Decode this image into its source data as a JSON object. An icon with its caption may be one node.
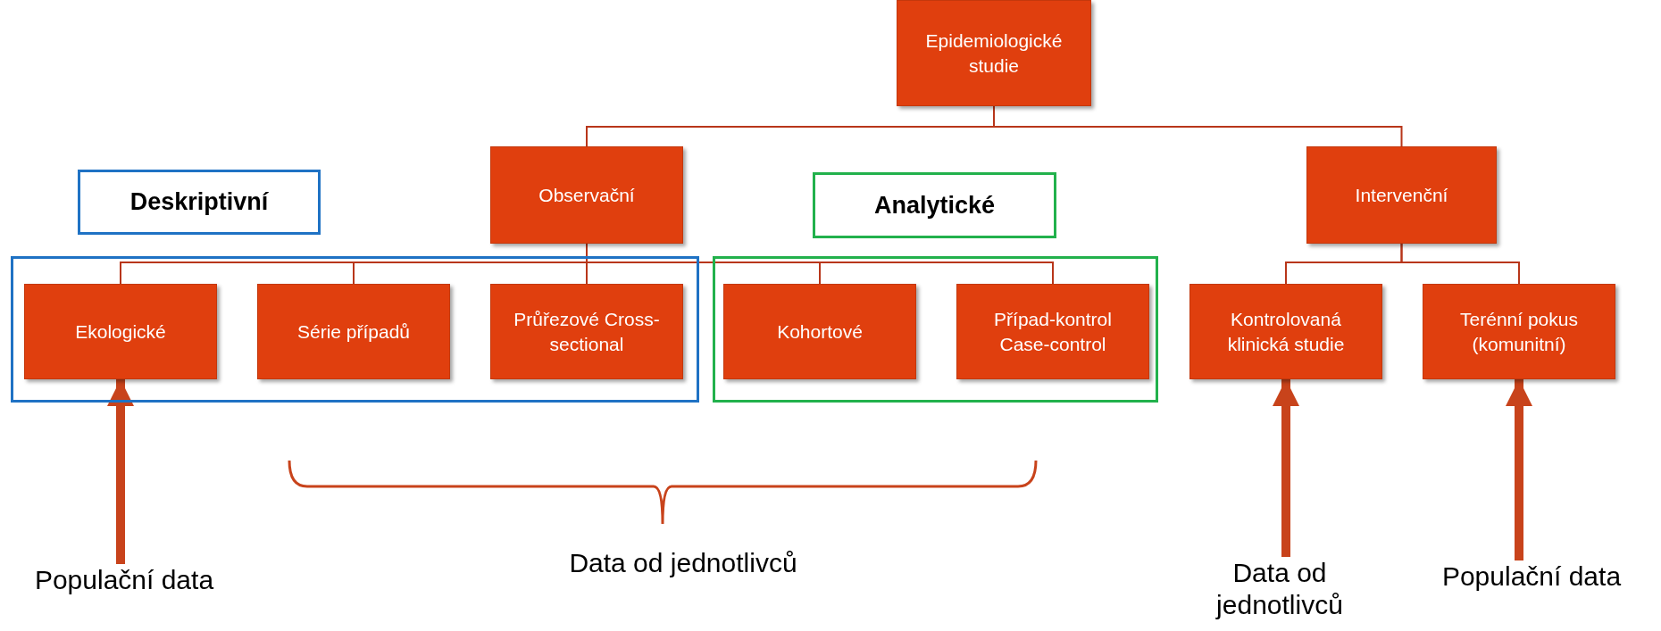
{
  "diagram": {
    "nodes": [
      {
        "text": [
          "Epidemiologické studie"
        ]
      },
      {
        "text": [
          "Observační"
        ]
      },
      {
        "text": [
          "Intervenční"
        ]
      },
      {
        "text": [
          "Deskriptivní"
        ]
      },
      {
        "text": [
          "Analytické"
        ]
      },
      {
        "text": [],
        "shape": "box"
      },
      {
        "text": [
          "Ekologické"
        ],
        "in": 5
      },
      {
        "text": [
          "Série případů"
        ],
        "in": 5
      },
      {
        "text": [
          "Průřezové Cross-sectional"
        ],
        "in": 5
      },
      {
        "text": [],
        "shape": "box"
      },
      {
        "text": [
          "Kohortové"
        ],
        "in": 9
      },
      {
        "text": [
          "Případ-kontrol Case-control"
        ],
        "in": 9
      },
      {
        "text": [
          "Kontrolovaná klinická studie"
        ]
      },
      {
        "text": [
          "Terénní pokus (komunitní)"
        ]
      },
      {
        "text": [
          "Populační data"
        ]
      },
      {
        "text": [
          "Data od jednotlivců"
        ]
      },
      {
        "text": [
          "Populační data"
        ]
      }
    ],
    "edges": [
      {
        "from": 0,
        "to": 1,
        "arrow": "none"
      },
      {
        "from": 0,
        "to": 2,
        "arrow": "none"
      },
      {
        "from": 1,
        "to": 6,
        "arrow": "none"
      },
      {
        "from": 1,
        "to": 7,
        "arrow": "none"
      },
      {
        "from": 1,
        "to": 8,
        "arrow": "none"
      },
      {
        "from": 1,
        "to": 10,
        "arrow": "none"
      },
      {
        "from": 1,
        "to": 11,
        "arrow": "none"
      },
      {
        "from": 2,
        "to": 12,
        "arrow": "none"
      },
      {
        "from": 2,
        "to": 13,
        "arrow": "none"
      },
      {
        "from": 14,
        "to": 6,
        "arrow": "to",
        "style": "thick"
      },
      {
        "from": 15,
        "to": 12,
        "arrow": "to",
        "style": "thick"
      },
      {
        "from": 16,
        "to": 13,
        "arrow": "to",
        "style": "thick"
      }
    ],
    "labels": [
      "Data od jednotlivců"
    ]
  }
}
